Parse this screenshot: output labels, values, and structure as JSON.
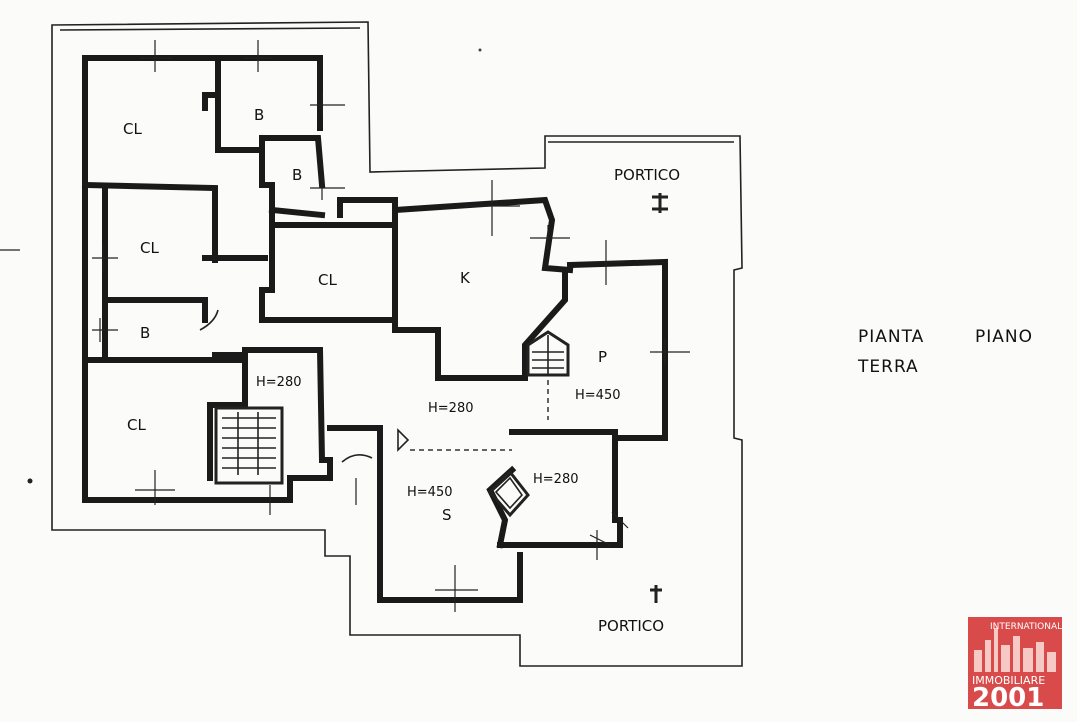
{
  "title": {
    "line1_a": "PIANTA",
    "line1_b": "PIANO",
    "line2": "TERRA"
  },
  "rooms": {
    "cl_top_left": "CL",
    "b_top": "B",
    "b_middle": "B",
    "cl_mid_left": "CL",
    "b_small": "B",
    "cl_center": "CL",
    "k": "K",
    "p": "P",
    "cl_bottom_left": "CL",
    "s": "S"
  },
  "heights": {
    "stair_hall": "H=280",
    "hall": "H=280",
    "living": "H=450",
    "dining": "H=450",
    "study": "H=280"
  },
  "portico_top": "PORTICO",
  "portico_bottom": "PORTICO",
  "logo": {
    "arc_text": "INTERNATIONAL",
    "name": "IMMOBILIARE",
    "number": "2001",
    "color": "#d94b4b"
  }
}
